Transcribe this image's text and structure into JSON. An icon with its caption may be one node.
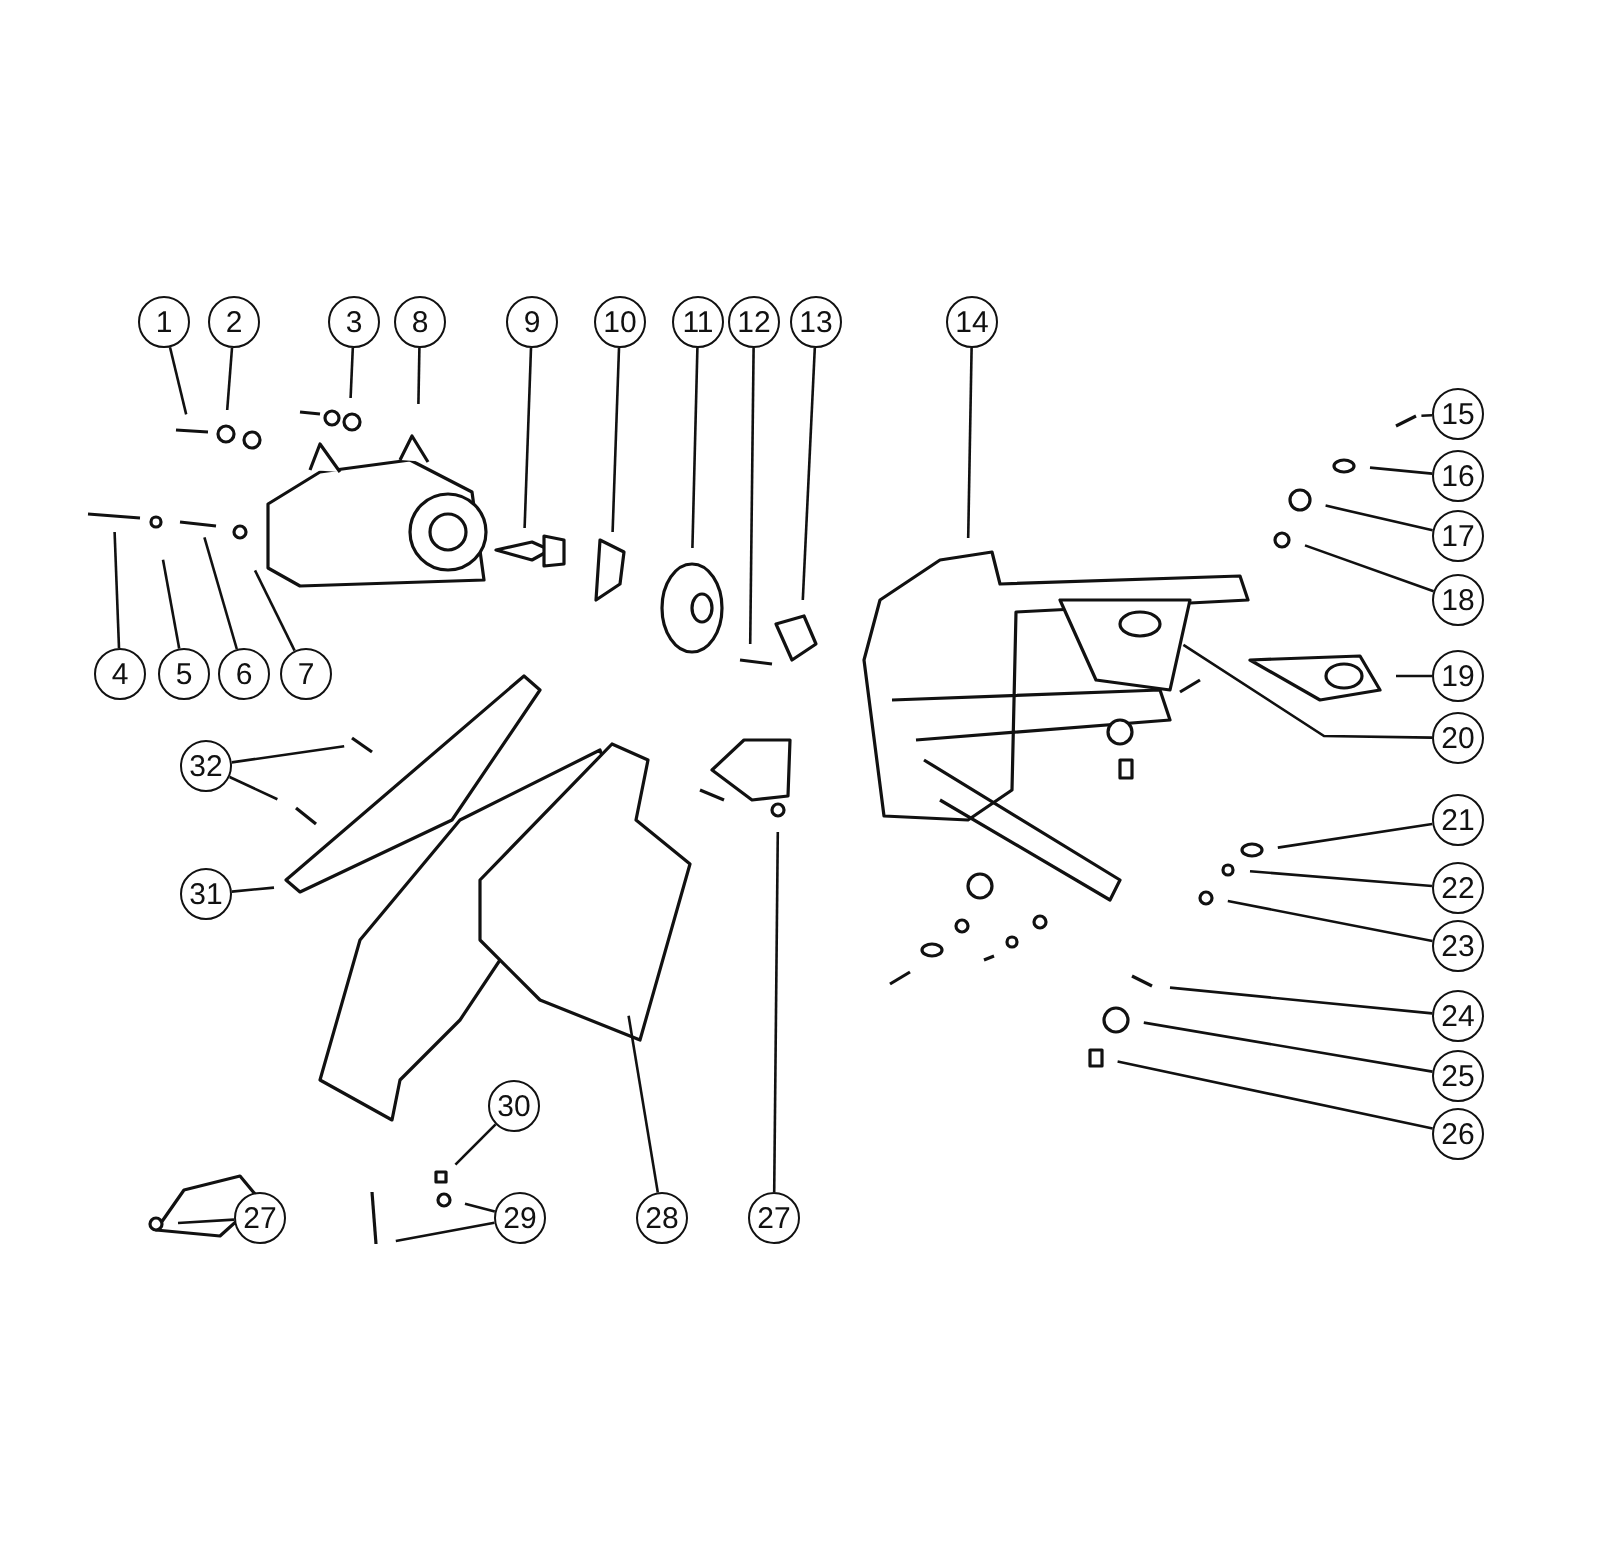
{
  "diagram": {
    "nodes": [
      {
        "text": [
          "1"
        ]
      },
      {
        "text": [
          "2"
        ]
      },
      {
        "text": [
          "3"
        ]
      },
      {
        "text": [
          "4"
        ]
      },
      {
        "text": [
          "5"
        ]
      },
      {
        "text": [
          "6"
        ]
      },
      {
        "text": [
          "7"
        ]
      },
      {
        "text": [
          "8"
        ]
      },
      {
        "text": [
          "9"
        ]
      },
      {
        "text": [
          "10"
        ]
      },
      {
        "text": [
          "11"
        ]
      },
      {
        "text": [
          "12"
        ]
      },
      {
        "text": [
          "13"
        ]
      },
      {
        "text": [
          "14"
        ]
      },
      {
        "text": [
          "15"
        ]
      },
      {
        "text": [
          "16"
        ]
      },
      {
        "text": [
          "17"
        ]
      },
      {
        "text": [
          "18"
        ]
      },
      {
        "text": [
          "19"
        ]
      },
      {
        "text": [
          "20"
        ]
      },
      {
        "text": [
          "21"
        ]
      },
      {
        "text": [
          "22"
        ]
      },
      {
        "text": [
          "23"
        ]
      },
      {
        "text": [
          "24"
        ]
      },
      {
        "text": [
          "25"
        ]
      },
      {
        "text": [
          "26"
        ]
      },
      {
        "text": [
          "27"
        ]
      },
      {
        "text": [
          "28"
        ]
      },
      {
        "text": [
          "27"
        ]
      },
      {
        "text": [
          "29"
        ]
      },
      {
        "text": [
          "30"
        ]
      },
      {
        "text": [
          "31"
        ]
      },
      {
        "text": [
          "32"
        ]
      }
    ],
    "edges": [
      {
        "from": 0,
        "to": null,
        "arrow": "none"
      },
      {
        "from": 1,
        "to": null,
        "arrow": "none"
      },
      {
        "from": 2,
        "to": null,
        "arrow": "none"
      },
      {
        "from": 3,
        "to": null,
        "arrow": "none"
      },
      {
        "from": 4,
        "to": null,
        "arrow": "none"
      },
      {
        "from": 5,
        "to": null,
        "arrow": "none"
      },
      {
        "from": 6,
        "to": null,
        "arrow": "none"
      },
      {
        "from": 7,
        "to": null,
        "arrow": "none"
      },
      {
        "from": 8,
        "to": null,
        "arrow": "none"
      },
      {
        "from": 9,
        "to": null,
        "arrow": "none"
      },
      {
        "from": 10,
        "to": null,
        "arrow": "none"
      },
      {
        "from": 11,
        "to": null,
        "arrow": "none"
      },
      {
        "from": 12,
        "to": null,
        "arrow": "none"
      },
      {
        "from": 13,
        "to": null,
        "arrow": "none"
      },
      {
        "from": 14,
        "to": null,
        "arrow": "none"
      },
      {
        "from": 15,
        "to": null,
        "arrow": "none"
      },
      {
        "from": 16,
        "to": null,
        "arrow": "none"
      },
      {
        "from": 17,
        "to": null,
        "arrow": "none"
      },
      {
        "from": 18,
        "to": null,
        "arrow": "none"
      },
      {
        "from": 19,
        "to": null,
        "arrow": "none"
      },
      {
        "from": 20,
        "to": null,
        "arrow": "none"
      },
      {
        "from": 21,
        "to": null,
        "arrow": "none"
      },
      {
        "from": 22,
        "to": null,
        "arrow": "none"
      },
      {
        "from": 23,
        "to": null,
        "arrow": "none"
      },
      {
        "from": 24,
        "to": null,
        "arrow": "none"
      },
      {
        "from": 25,
        "to": null,
        "arrow": "none"
      },
      {
        "from": 26,
        "to": null,
        "arrow": "none"
      },
      {
        "from": 27,
        "to": null,
        "arrow": "none"
      },
      {
        "from": 28,
        "to": null,
        "arrow": "none"
      },
      {
        "from": 29,
        "to": null,
        "arrow": "none"
      },
      {
        "from": 29,
        "to": null,
        "arrow": "none"
      },
      {
        "from": 30,
        "to": null,
        "arrow": "none"
      },
      {
        "from": 31,
        "to": null,
        "arrow": "none"
      },
      {
        "from": 32,
        "to": null,
        "arrow": "none"
      },
      {
        "from": 32,
        "to": null,
        "arrow": "none"
      }
    ]
  }
}
